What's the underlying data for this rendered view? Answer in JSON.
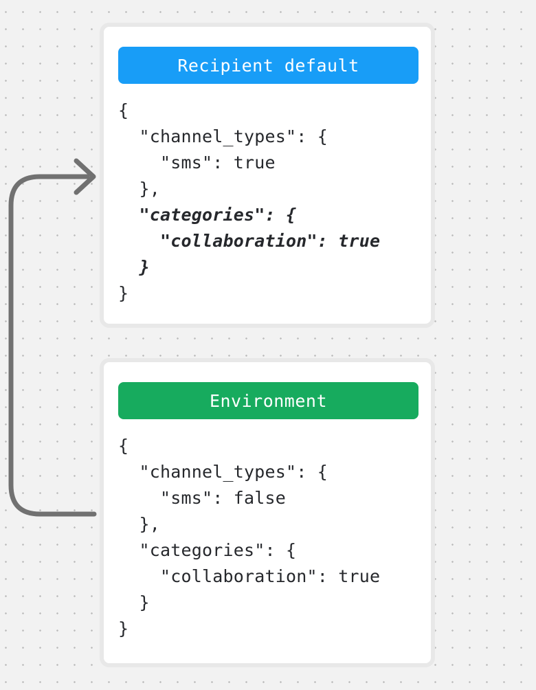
{
  "canvas": {
    "background_color": "#f2f2f2",
    "dot_color": "#bcbcbc"
  },
  "arrow": {
    "color": "#717171"
  },
  "cards": [
    {
      "title": "Recipient default",
      "header_color": "#189df7",
      "code_lines": [
        {
          "text": "{",
          "italic": false
        },
        {
          "text": "  \"channel_types\": {",
          "italic": false
        },
        {
          "text": "    \"sms\": true",
          "italic": false
        },
        {
          "text": "  },",
          "italic": false
        },
        {
          "text": "  \"categories\": {",
          "italic": true
        },
        {
          "text": "    \"collaboration\": true",
          "italic": true
        },
        {
          "text": "  }",
          "italic": true
        },
        {
          "text": "}",
          "italic": false
        }
      ]
    },
    {
      "title": "Environment",
      "header_color": "#17ab5e",
      "code_lines": [
        {
          "text": "{",
          "italic": false
        },
        {
          "text": "  \"channel_types\": {",
          "italic": false
        },
        {
          "text": "    \"sms\": false",
          "italic": false
        },
        {
          "text": "  },",
          "italic": false
        },
        {
          "text": "  \"categories\": {",
          "italic": false
        },
        {
          "text": "    \"collaboration\": true",
          "italic": false
        },
        {
          "text": "  }",
          "italic": false
        },
        {
          "text": "}",
          "italic": false
        }
      ]
    }
  ]
}
